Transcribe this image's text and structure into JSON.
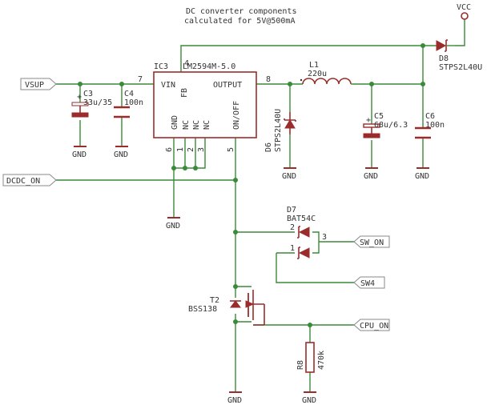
{
  "title": {
    "line1": "DC converter components",
    "line2": "calculated for 5V@500mA"
  },
  "ic3": {
    "ref": "IC3",
    "part": "LM2594M-5.0",
    "pin_vin": "VIN",
    "pin_fb": "FB",
    "pin_output": "OUTPUT",
    "pin_gnd": "GND",
    "pin_nc1": "NC",
    "pin_nc2": "NC",
    "pin_nc3": "NC",
    "pin_onoff": "ON/OFF",
    "num_4": "4",
    "num_7": "7",
    "num_8": "8",
    "num_6": "6",
    "num_1": "1",
    "num_2": "2",
    "num_3": "3",
    "num_5": "5"
  },
  "nets": {
    "vsup": "VSUP",
    "vcc": "VCC",
    "dcdc_on": "DCDC_ON",
    "sw_on": "SW_ON",
    "sw4": "SW4",
    "cpu_on": "CPU_ON"
  },
  "c3": {
    "ref": "C3",
    "value": "33u/35"
  },
  "c4": {
    "ref": "C4",
    "value": "100n"
  },
  "l1": {
    "ref": "L1",
    "value": "220u"
  },
  "d6": {
    "ref": "D6",
    "value": "STPS2L40U"
  },
  "c5": {
    "ref": "C5",
    "value": "68u/6.3"
  },
  "c6": {
    "ref": "C6",
    "value": "100n"
  },
  "d8": {
    "ref": "D8",
    "value": "STPS2L40U"
  },
  "d7": {
    "ref": "D7",
    "value": "BAT54C",
    "pin_1": "1",
    "pin_2": "2",
    "pin_3": "3"
  },
  "t2": {
    "ref": "T2",
    "value": "BSS138"
  },
  "r8": {
    "ref": "R8",
    "value": "470k"
  },
  "gnd": "GND",
  "plus": "+"
}
